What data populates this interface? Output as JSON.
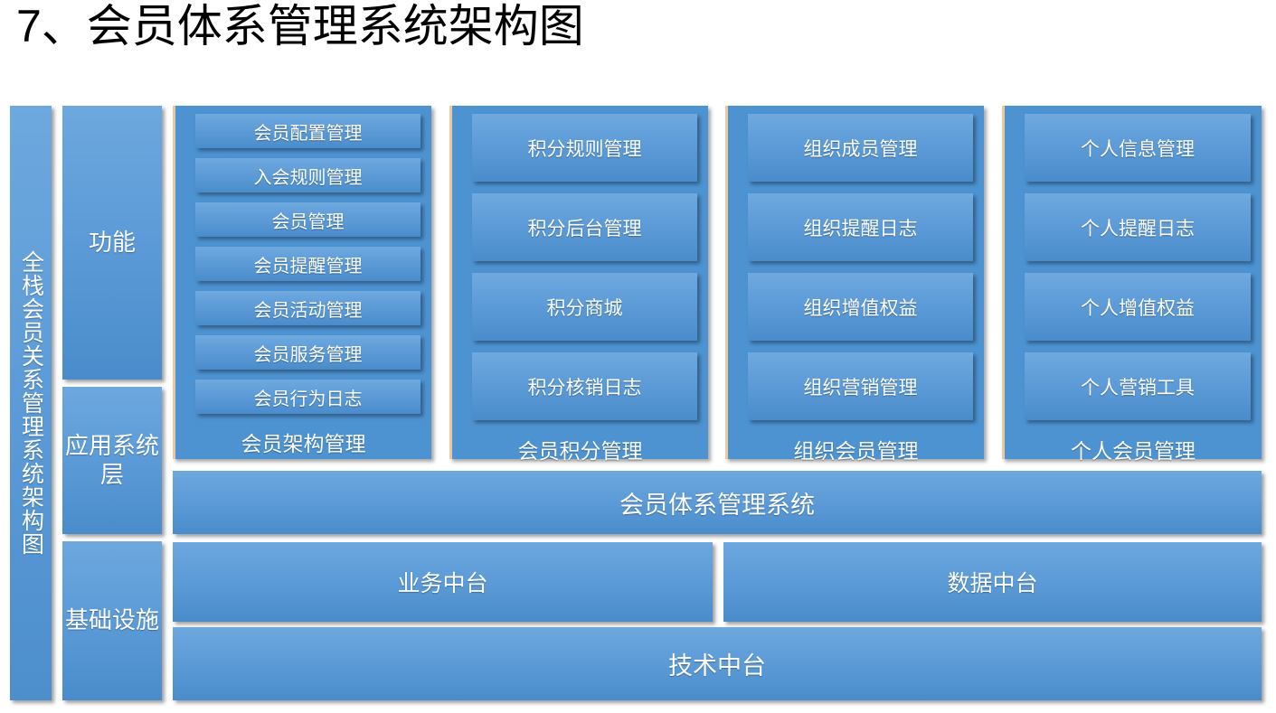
{
  "title": "7、会员体系管理系统架构图",
  "spine": {
    "label": "全栈会员关系管理系统架构图"
  },
  "layers": [
    {
      "id": "function",
      "label": "功能"
    },
    {
      "id": "application-system-layer",
      "label": "应用系统层"
    },
    {
      "id": "infrastructure",
      "label": "基础设施"
    }
  ],
  "columns": [
    {
      "id": "member-architecture",
      "footer": "会员架构管理",
      "items": [
        "会员配置管理",
        "入会规则管理",
        "会员管理",
        "会员提醒管理",
        "会员活动管理",
        "会员服务管理",
        "会员行为日志"
      ]
    },
    {
      "id": "member-points",
      "footer": "会员积分管理",
      "items": [
        "积分规则管理",
        "积分后台管理",
        "积分商城",
        "积分核销日志"
      ]
    },
    {
      "id": "organization-member",
      "footer": "组织会员管理",
      "items": [
        "组织成员管理",
        "组织提醒日志",
        "组织增值权益",
        "组织营销管理"
      ]
    },
    {
      "id": "personal-member",
      "footer": "个人会员管理",
      "items": [
        "个人信息管理",
        "个人提醒日志",
        "个人增值权益",
        "个人营销工具"
      ]
    }
  ],
  "rows": {
    "system": "会员体系管理系统",
    "business_middle_platform": "业务中台",
    "data_middle_platform": "数据中台",
    "tech_middle_platform": "技术中台"
  },
  "colors": {
    "box_light": "#6da8de",
    "box_dark": "#4a8ccb",
    "column_fill": "#4d93d2",
    "column_accent_border": "#e8c9a0",
    "text": "#ffffff",
    "title_text": "#000000",
    "page_background": "#ffffff"
  }
}
